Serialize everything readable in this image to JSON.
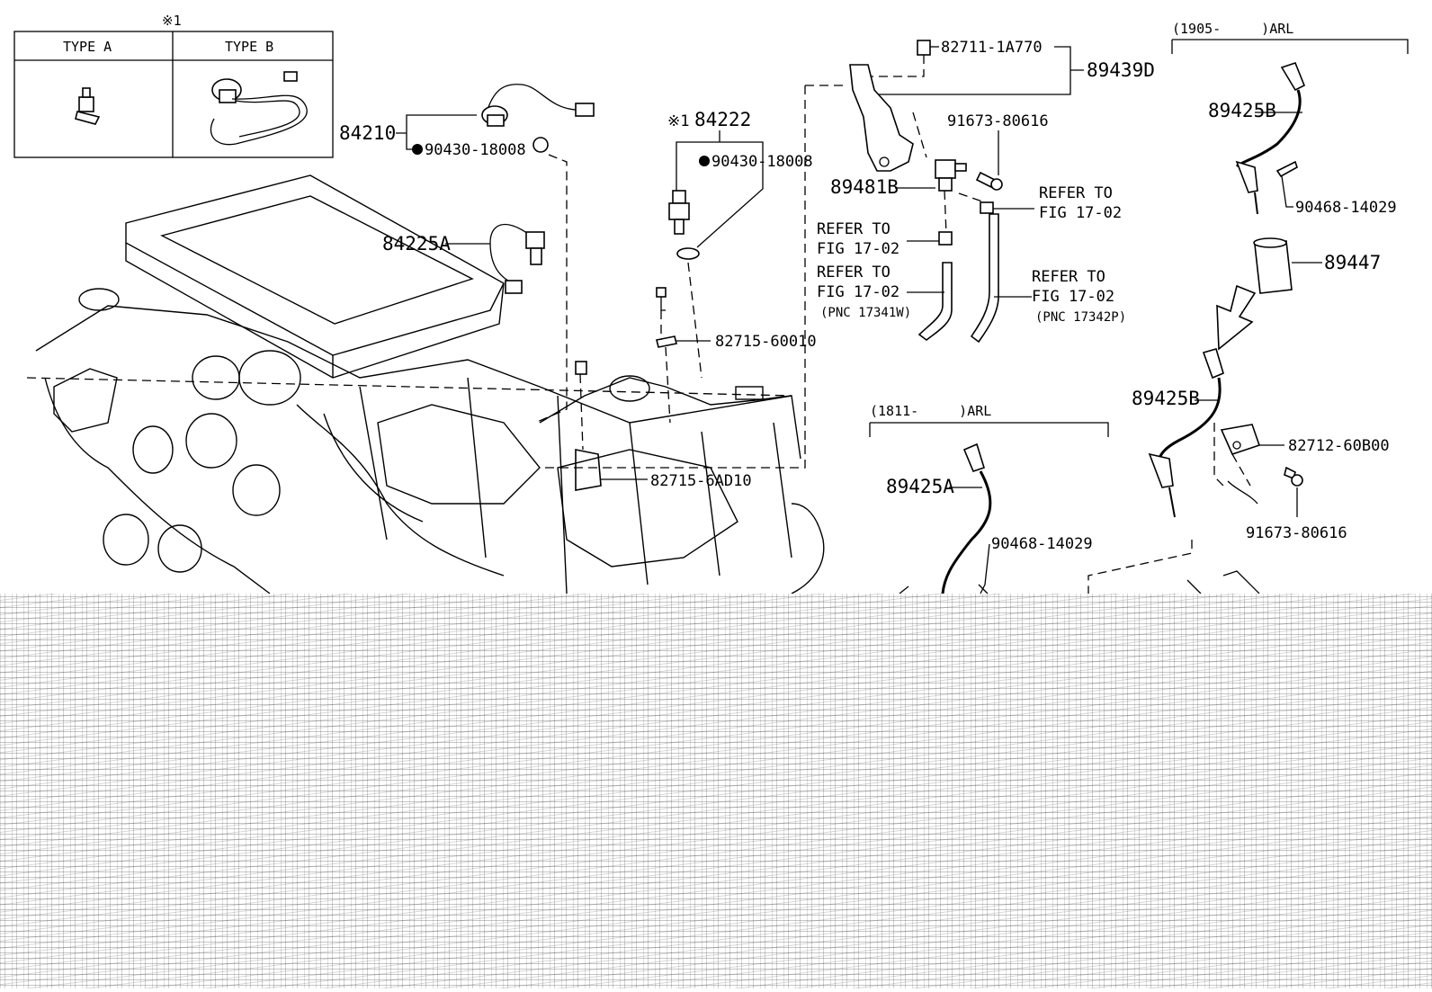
{
  "legend": {
    "mark": "※1",
    "type_a": "TYPE A",
    "type_b": "TYPE B"
  },
  "ranges": {
    "range_1905": "(1905-　　　)ARL",
    "range_1811": "(1811-　　　)ARL"
  },
  "labels": {
    "p84210": "84210",
    "p90430_a": "90430-18008",
    "p84225A": "84225A",
    "p84222_mark": "※1",
    "p84222": "84222",
    "p90430_b": "90430-18008",
    "p82715_60010": "82715-60010",
    "p82715_6AD10": "82715-6AD10",
    "p82711": "82711-1A770",
    "p89439D": "89439D",
    "p91673_a": "91673-80616",
    "p89481B": "89481B",
    "refer1_l1": "REFER TO",
    "refer1_l2": "FIG 17-02",
    "refer2_l1": "REFER TO",
    "refer2_l2": "FIG 17-02",
    "refer3_l1": "REFER TO",
    "refer3_l2": "FIG 17-02",
    "refer3_l3": "(PNC 17341W)",
    "refer4_l1": "REFER TO",
    "refer4_l2": "FIG 17-02",
    "refer4_l3": "(PNC 17342P)",
    "p89425B_top": "89425B",
    "p90468_top": "90468-14029",
    "p89447": "89447",
    "p89425B_mid": "89425B",
    "p82712": "82712-60B00",
    "p91673_b": "91673-80616",
    "p89425A": "89425A",
    "p90468_mid": "90468-14029"
  }
}
